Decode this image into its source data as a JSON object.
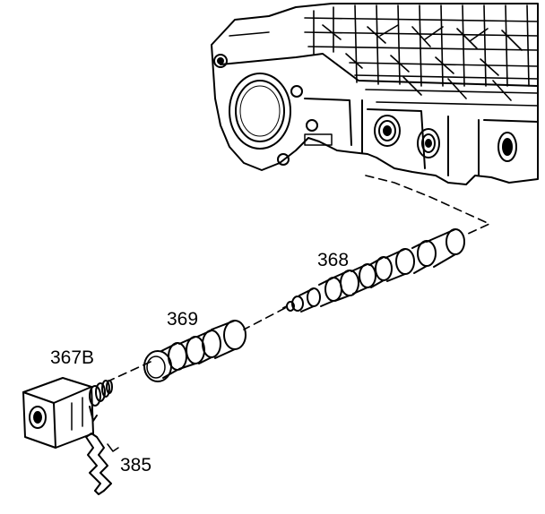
{
  "diagram": {
    "callouts": {
      "part_368": "368",
      "part_369": "369",
      "part_367b": "367B",
      "part_385": "385"
    },
    "colors": {
      "ink": "#000000",
      "paper": "#ffffff"
    }
  }
}
